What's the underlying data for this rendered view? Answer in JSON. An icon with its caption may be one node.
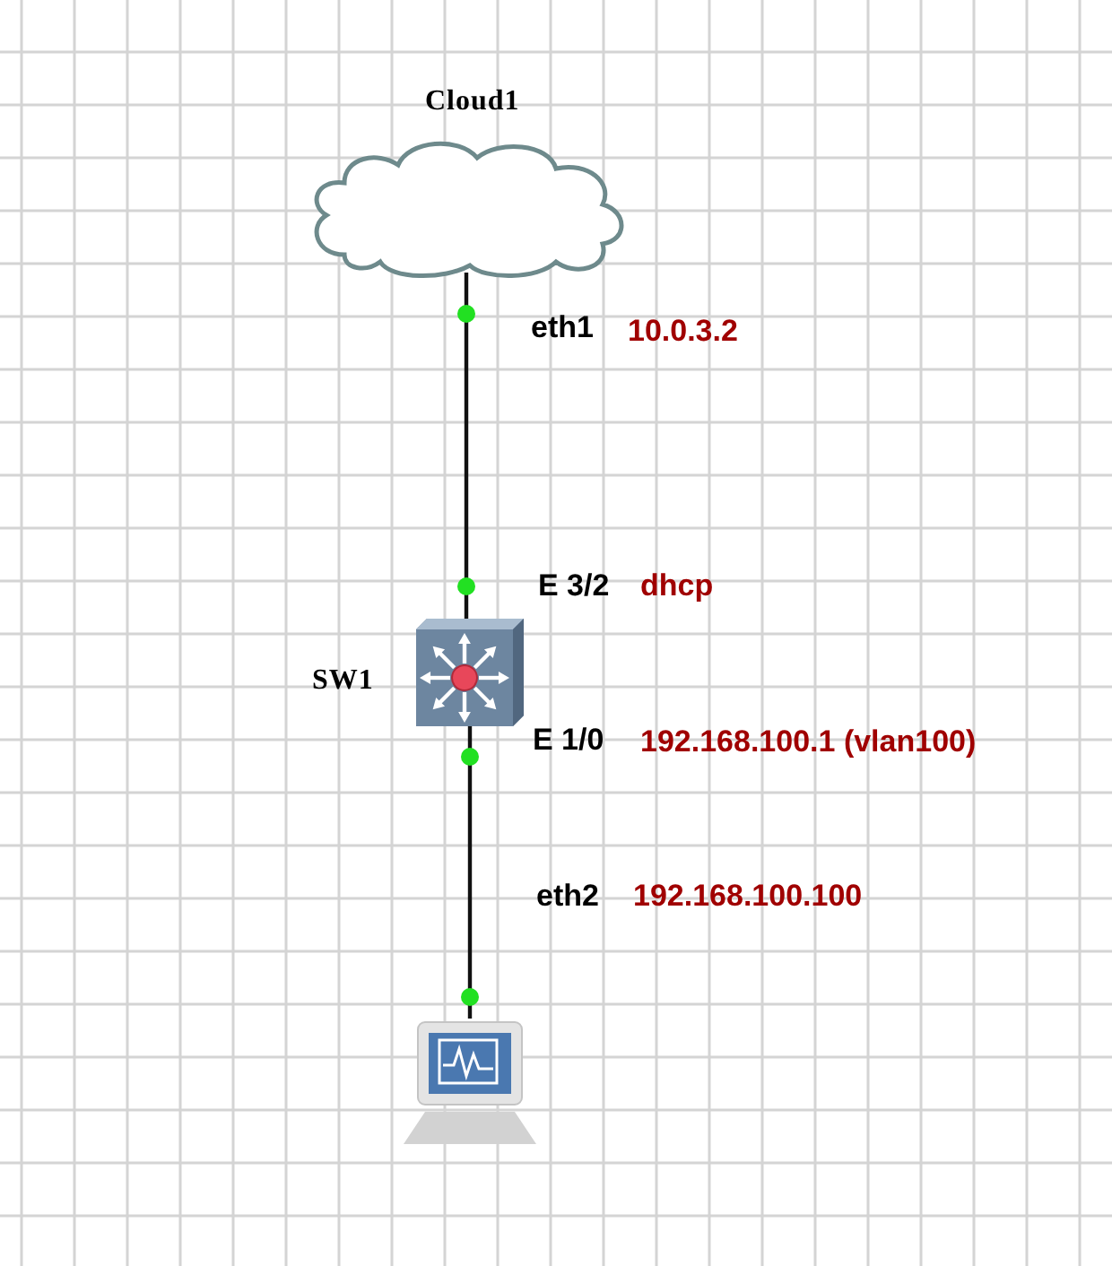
{
  "diagram": {
    "nodes": [
      {
        "text": [
          "Cloud1"
        ]
      },
      {
        "text": [
          "SW1"
        ]
      },
      {
        "text": [],
        "shape": "computer"
      }
    ],
    "edges": [
      {
        "from": 0,
        "to": 1,
        "arrow": "none"
      },
      {
        "from": 1,
        "to": 2,
        "arrow": "none"
      }
    ],
    "labels": [
      "eth1",
      "10.0.3.2",
      "E 3/2",
      "dhcp",
      "E 1/0",
      "192.168.100.1 (vlan100)",
      "eth2",
      "192.168.100.100"
    ]
  }
}
